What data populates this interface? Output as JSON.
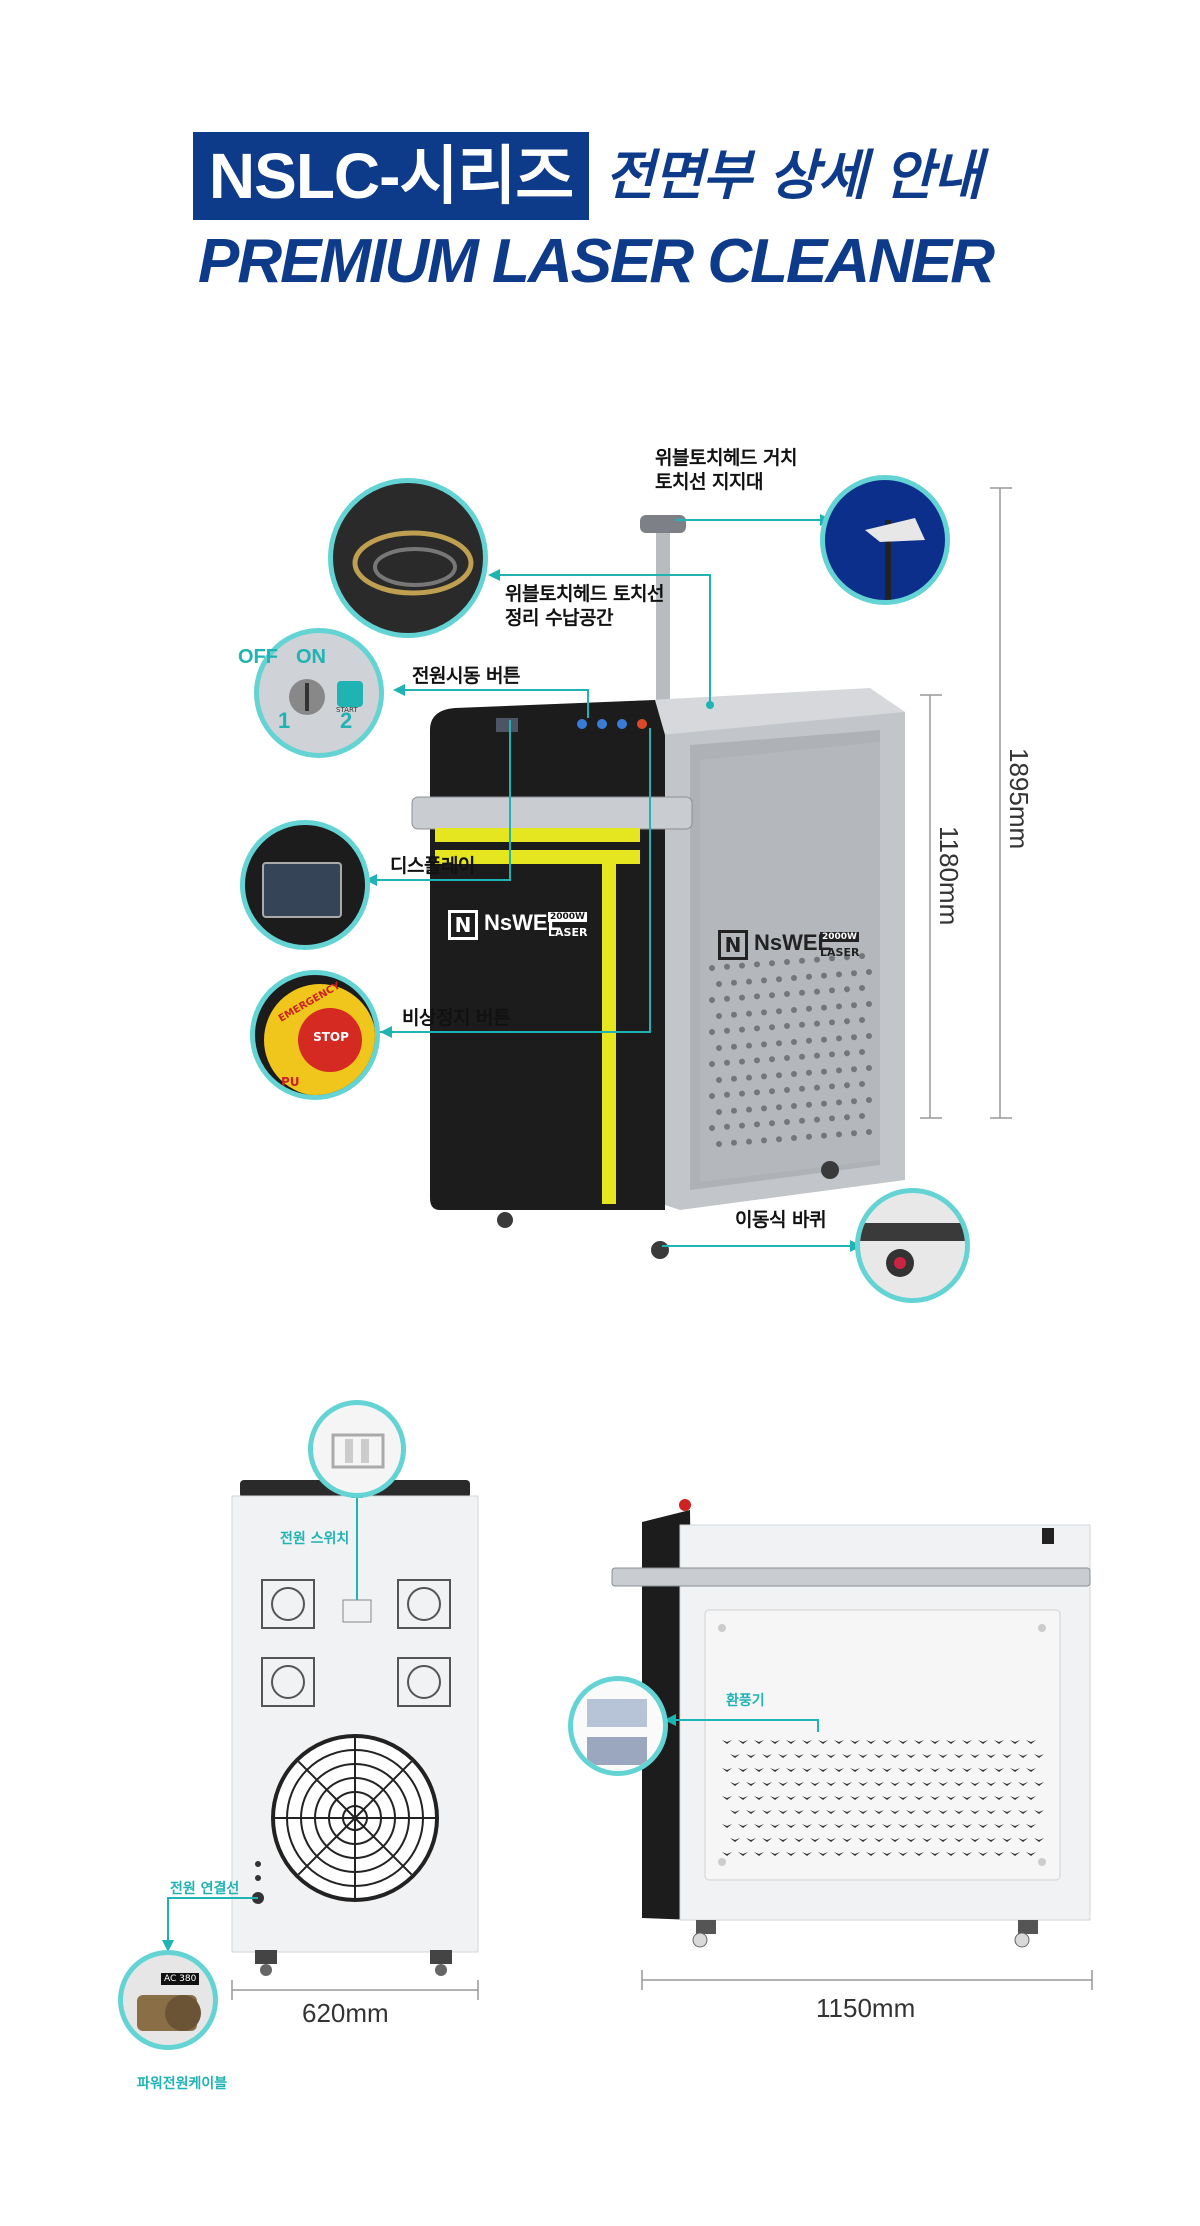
{
  "header": {
    "series_box": "NSLC-시리즈",
    "title": "전면부 상세 안내",
    "subtitle_en": "PREMIUM LASER CLEANER"
  },
  "front": {
    "callouts": {
      "torch_holder": [
        "위블토치헤드 거치",
        "토치선 지지대"
      ],
      "storage": [
        "위블토치헤드 토치선",
        "정리 수납공간"
      ],
      "power_button": "전원시동 버튼",
      "display": "디스플레이",
      "emergency_stop": "비상정지 버튼",
      "wheels": "이동식 바퀴"
    },
    "key_switch": {
      "off": "OFF",
      "on": "ON",
      "pos1": "1",
      "pos2": "2",
      "start": "START"
    },
    "emergency": {
      "ring": "EMERGENCY",
      "button": "STOP",
      "ring_bottom": "PU"
    },
    "brand": {
      "name": "NsWEL",
      "power": "2000W",
      "type": "LASER"
    },
    "dimensions": {
      "height_total": "1895mm",
      "height_body": "1180mm"
    }
  },
  "rear": {
    "callouts": {
      "power_switch": "전원 스위치",
      "power_line": "전원 연결선",
      "power_cable": "파워전원케이블"
    },
    "cable_tag": "AC 380",
    "width": "620mm"
  },
  "side": {
    "callouts": {
      "ventilation": "환풍기"
    },
    "brand": {
      "name": "NsWEL",
      "power": "2000W",
      "type": "LASER"
    },
    "length": "1150mm"
  },
  "colors": {
    "navy": "#0e3a8a",
    "teal": "#1fb3b3",
    "circle_border": "#63d3d3",
    "yellow": "#e6e620",
    "body_dark": "#1a1a1a",
    "body_silver": "#b9bcc0"
  }
}
